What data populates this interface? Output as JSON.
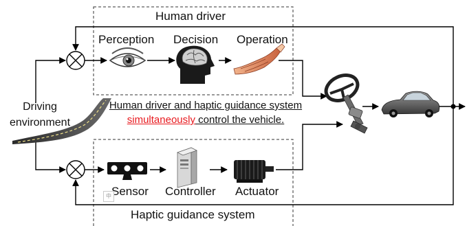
{
  "human_group": {
    "title": "Human driver",
    "stages": [
      {
        "label": "Perception",
        "icon": "eye-icon"
      },
      {
        "label": "Decision",
        "icon": "brain-head-icon"
      },
      {
        "label": "Operation",
        "icon": "arm-muscle-icon"
      }
    ]
  },
  "haptic_group": {
    "title": "Haptic guidance system",
    "stages": [
      {
        "label": "Sensor",
        "icon": "sensor-icon"
      },
      {
        "label": "Controller",
        "icon": "computer-tower-icon"
      },
      {
        "label": "Actuator",
        "icon": "motor-icon"
      }
    ]
  },
  "environment": {
    "line1": "Driving",
    "line2": "environment",
    "icon": "road-icon"
  },
  "caption": {
    "line1": "Human driver and haptic guidance system",
    "highlight": "simultaneously",
    "line2_rest": " control the vehicle."
  },
  "icons": {
    "steering": "steering-wheel-icon",
    "vehicle": "car-icon",
    "summing_junction": "summing-junction-icon",
    "paste": "paste-options-icon"
  },
  "paste_glyph": "中",
  "colors": {
    "highlight": "#e8191e",
    "line": "#000000",
    "dashed_border": "#333333"
  }
}
